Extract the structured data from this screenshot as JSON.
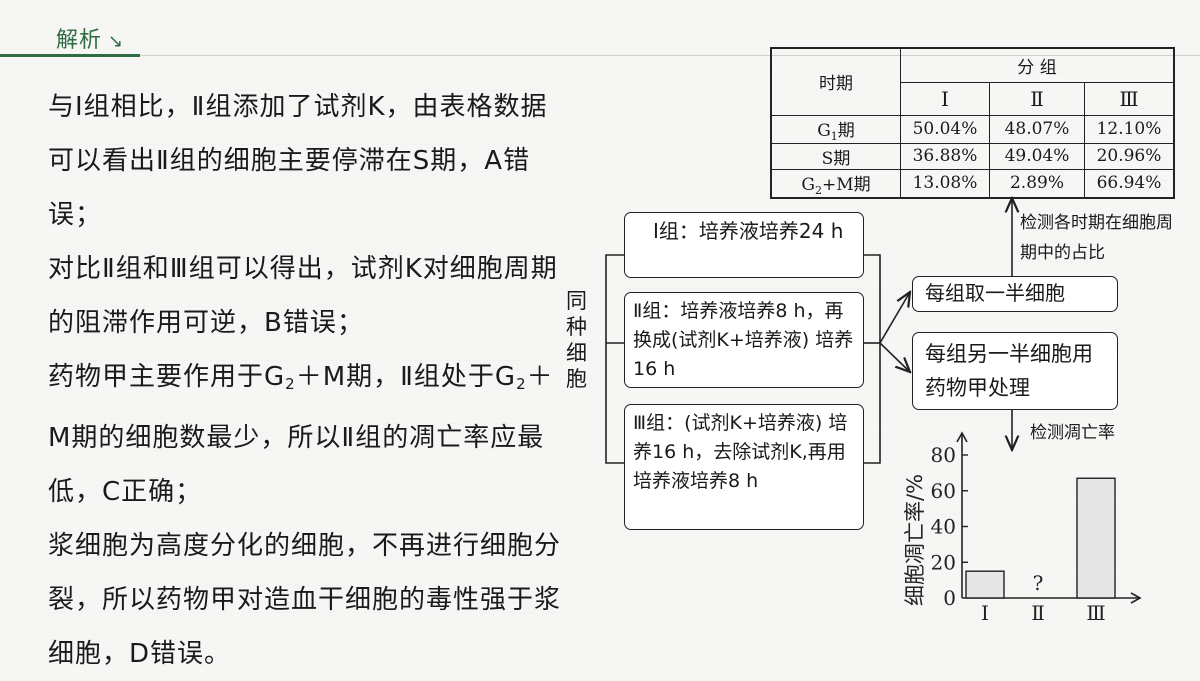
{
  "header": {
    "title": "解析",
    "arrow": "↘"
  },
  "analysis": [
    "与Ⅰ组相比，Ⅱ组添加了试剂K，由表格数据可以看出Ⅱ组的细胞主要停滞在S期，A错误；",
    "对比Ⅱ组和Ⅲ组可以得出，试剂K对细胞周期的阻滞作用可逆，B错误；",
    {
      "pre": "药物甲主要作用于G",
      "sub1": "2",
      "mid": "＋M期，Ⅱ组处于G",
      "sub2": "2",
      "post": "＋M期的细胞数最少，所以Ⅱ组的凋亡率应最低，C正确；"
    },
    "浆细胞为高度分化的细胞，不再进行细胞分裂，所以药物甲对造血干细胞的毒性强于浆细胞，D错误。"
  ],
  "table": {
    "period_header": "时期",
    "group_header": "分 组",
    "groups": [
      "Ⅰ",
      "Ⅱ",
      "Ⅲ"
    ],
    "rows": [
      {
        "period": "G",
        "sub": "1",
        "suffix": "期",
        "values": [
          "50.04%",
          "48.07%",
          "12.10%"
        ]
      },
      {
        "period": "S期",
        "sub": "",
        "suffix": "",
        "values": [
          "36.88%",
          "49.04%",
          "20.96%"
        ]
      },
      {
        "period": "G",
        "sub": "2",
        "suffix": "+M期",
        "values": [
          "13.08%",
          "2.89%",
          "66.94%"
        ]
      }
    ]
  },
  "diagram": {
    "cells_label": "同种细胞",
    "group1": "Ⅰ组：培养液培养24 h",
    "group2": "Ⅱ组：培养液培养8 h，再换成(试剂K+培养液) 培养16 h",
    "group3": "Ⅲ组：(试剂K+培养液) 培养16 h，去除试剂K,再用培养液培养8 h",
    "half1": "每组取一半细胞",
    "half2": "每组另一半细胞用药物甲处理",
    "detect_ratio": "检测各时期在细胞周期中的占比",
    "detect_apoptosis": "检测凋亡率"
  },
  "chart_data": {
    "type": "bar",
    "categories": [
      "Ⅰ",
      "Ⅱ",
      "Ⅲ"
    ],
    "values": [
      15,
      null,
      67
    ],
    "unknown_label": "?",
    "ylabel": "细胞凋亡率/%",
    "ylim": [
      0,
      80
    ],
    "yticks": [
      0,
      20,
      40,
      60,
      80
    ]
  }
}
